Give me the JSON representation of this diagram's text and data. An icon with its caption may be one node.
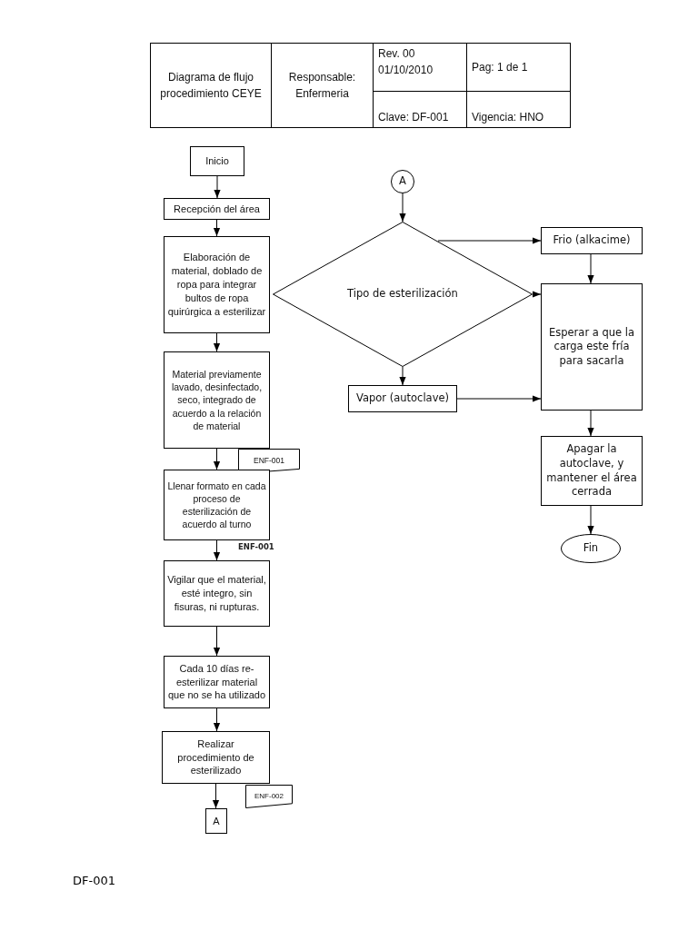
{
  "diagram": {
    "nodes": [
      {
        "text": [
          "Inicio"
        ]
      },
      {
        "text": [
          "Recepción del área"
        ]
      },
      {
        "text": [
          "Elaboración de material, doblado de ropa para integrar bultos de ropa quirúrgica a esterilizar"
        ]
      },
      {
        "text": [
          "Material previamente lavado, desinfectado, seco, integrado de acuerdo a la relación de material"
        ]
      },
      {
        "text": [
          "ENF-001"
        ]
      },
      {
        "text": [
          "Llenar formato en cada proceso de esterilización de acuerdo al turno"
        ],
        "beside": [
          "ENF-001"
        ]
      },
      {
        "text": [
          "Vigilar que el material, esté integro, sin fisuras, ni rupturas."
        ]
      },
      {
        "text": [
          "Cada 10 días re-esterilizar material que no se ha utilizado"
        ]
      },
      {
        "text": [
          "Realizar procedimiento de esterilizado"
        ]
      },
      {
        "text": [
          "ENF-002"
        ]
      },
      {
        "text": [
          "A"
        ]
      },
      {
        "text": [
          "A"
        ]
      },
      {
        "text": [
          "Tipo de esterilización"
        ]
      },
      {
        "text": [
          "Frio (alkacime)"
        ]
      },
      {
        "text": [
          "Vapor (autoclave)"
        ]
      },
      {
        "text": [
          "Esperar a que la carga este fría para sacarla"
        ]
      },
      {
        "text": [
          "Apagar la autoclave, y mantener el área cerrada"
        ]
      },
      {
        "text": [
          "Fin"
        ]
      }
    ],
    "edges": [
      {
        "from": 0,
        "to": 1,
        "arrow": "to"
      },
      {
        "from": 1,
        "to": 2,
        "arrow": "to"
      },
      {
        "from": 2,
        "to": 3,
        "arrow": "to"
      },
      {
        "from": 3,
        "to": 5,
        "arrow": "to"
      },
      {
        "from": 5,
        "to": 6,
        "arrow": "to"
      },
      {
        "from": 6,
        "to": 7,
        "arrow": "to"
      },
      {
        "from": 7,
        "to": 8,
        "arrow": "to"
      },
      {
        "from": 8,
        "to": 10,
        "arrow": "to"
      },
      {
        "from": 11,
        "to": 12,
        "arrow": "to"
      },
      {
        "from": 12,
        "to": 13,
        "arrow": "to"
      },
      {
        "from": 12,
        "to": 14,
        "arrow": "to"
      },
      {
        "from": 12,
        "to": 15,
        "arrow": "to"
      },
      {
        "from": 13,
        "to": 15,
        "arrow": "to"
      },
      {
        "from": 14,
        "to": 15,
        "arrow": "to"
      },
      {
        "from": 15,
        "to": 16,
        "arrow": "to"
      },
      {
        "from": 16,
        "to": 17,
        "arrow": "to"
      }
    ],
    "labels": [
      "Diagrama de flujo procedimiento CEYE",
      "Responsable: Enfermeria",
      "Rev. 00 01/10/2010",
      "Pag: 1 de 1",
      "Clave: DF-001",
      "Vigencia: HNO",
      "DF-001"
    ]
  }
}
